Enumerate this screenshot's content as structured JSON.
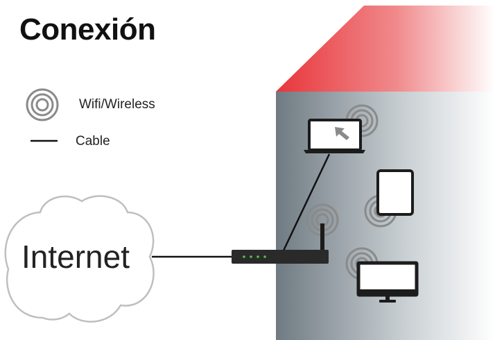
{
  "title": "Conexión",
  "legend": {
    "wifi_label": "Wifi/Wireless",
    "cable_label": "Cable",
    "wifi_icon": "concentric-rings-icon",
    "cable_icon": "line-icon"
  },
  "cloud": {
    "label": "Internet"
  },
  "devices": {
    "router_icon": "router-icon",
    "laptop_icon": "laptop-icon",
    "tablet_icon": "tablet-icon",
    "monitor_icon": "monitor-icon"
  },
  "colors": {
    "roof": "#e8353a",
    "wall_dark": "#6f7a82",
    "wall_light": "#f2f4f5",
    "router_led": "#58c14a",
    "device": "#1c1c1c"
  }
}
